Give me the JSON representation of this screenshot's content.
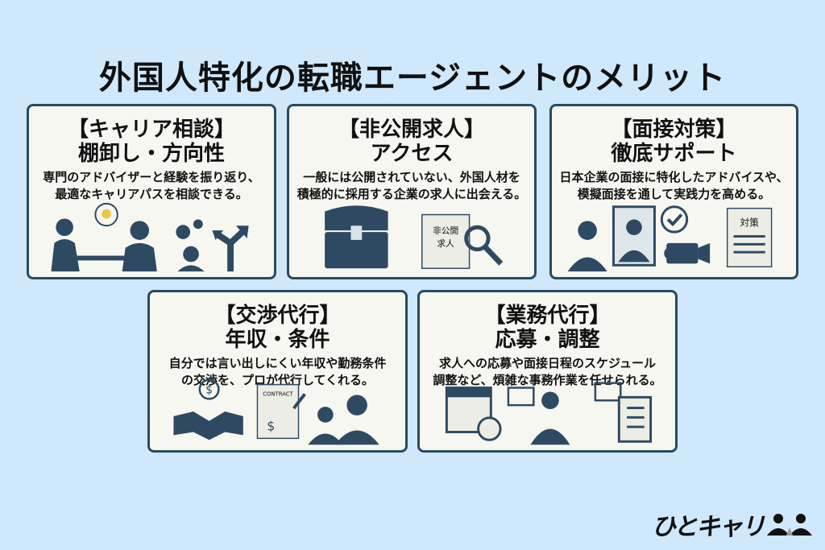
{
  "title": "外国人特化の転職エージェントのメリット",
  "colors": {
    "background": "#cfe8fb",
    "card_fill": "#f6f7f1",
    "card_border": "#2c4a5e",
    "illustration": "#2e4a63"
  },
  "cards": [
    {
      "heading": "【キャリア相談】",
      "subheading": "棚卸し・方向性",
      "desc1": "専門のアドバイザーと経験を振り返り、",
      "desc2": "最適なキャリアパスを相談できる。",
      "icons": [
        "consultation-icon",
        "lightbulb-icon",
        "gears-icon",
        "direction-arrows-icon"
      ]
    },
    {
      "heading": "【非公開求人】",
      "subheading": "アクセス",
      "desc1": "一般には公開されていない、外国人材を",
      "desc2": "積極的に採用する企業の求人に出会える。",
      "doc_label1": "非公開",
      "doc_label2": "求人",
      "icons": [
        "treasure-chest-icon",
        "document-icon",
        "magnifier-icon"
      ]
    },
    {
      "heading": "【面接対策】",
      "subheading": "徹底サポート",
      "desc1": "日本企業の面接に特化したアドバイスや、",
      "desc2": "模擬面接を通して実践力を高める。",
      "doc_label": "対策",
      "icons": [
        "interview-icon",
        "checkmark-bubble-icon",
        "video-camera-icon",
        "document-icon"
      ]
    },
    {
      "heading": "【交渉代行】",
      "subheading": "年収・条件",
      "desc1": "自分では言い出しにくい年収や勤務条件",
      "desc2": "の交渉を、プロが代行してくれる。",
      "doc_label": "CONTRACT",
      "icons": [
        "handshake-icon",
        "dollar-icon",
        "contract-icon",
        "agent-icon"
      ]
    },
    {
      "heading": "【業務代行】",
      "subheading": "応募・調整",
      "desc1": "求人への応募や面接日程のスケジュール",
      "desc2": "調整など、煩雑な事務作業を任せられる。",
      "icons": [
        "calendar-icon",
        "clock-icon",
        "envelope-icon",
        "person-icon",
        "checklist-icon"
      ]
    }
  ],
  "logo": {
    "text": "ひとキャリ"
  }
}
